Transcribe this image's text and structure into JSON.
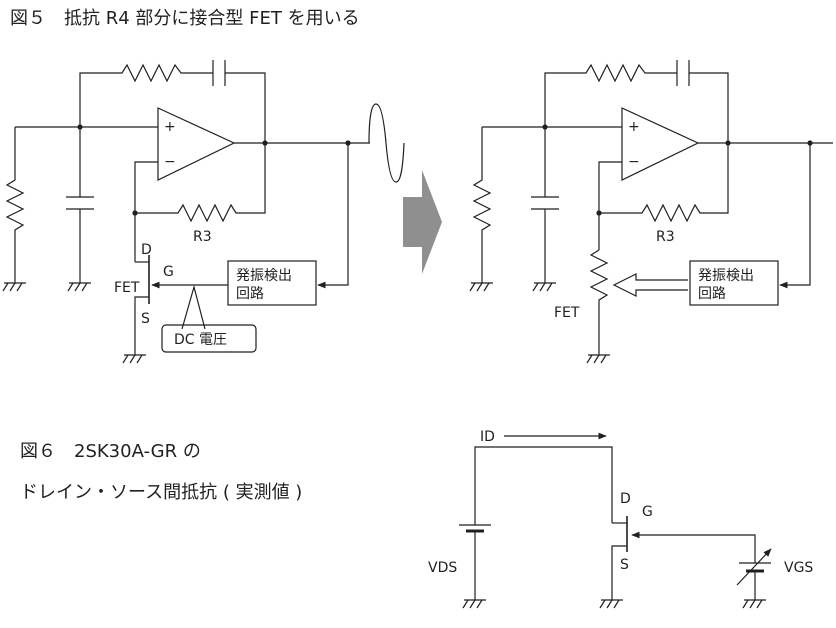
{
  "fig5": {
    "title": "図５　抵抗 R4 部分に接合型 FET を用いる",
    "left": {
      "plus": "+",
      "minus": "−",
      "r3": "R3",
      "drain": "D",
      "gate": "G",
      "source": "S",
      "fet": "FET",
      "osc_line1": "発振検出",
      "osc_line2": "回路",
      "dc_label": "DC 電圧"
    },
    "right": {
      "plus": "+",
      "minus": "−",
      "r3": "R3",
      "fet": "FET",
      "osc_line1": "発振検出",
      "osc_line2": "回路"
    }
  },
  "fig6": {
    "title_line1": "図６　2SK30A-GR の",
    "title_line2": "ドレイン・ソース間抵抗 ( 実測値 )",
    "id_label": "ID",
    "drain": "D",
    "gate": "G",
    "source": "S",
    "vds": "VDS",
    "vgs": "VGS"
  },
  "colors": {
    "line": "#231f20",
    "arrow_gray": "#8f8f8f"
  }
}
